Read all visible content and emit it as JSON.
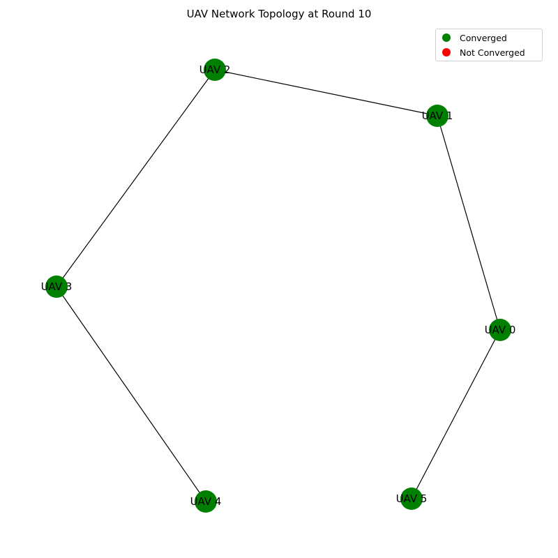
{
  "title": "UAV Network Topology at Round 10",
  "legend": {
    "items": [
      {
        "label": "Converged",
        "color": "#008000"
      },
      {
        "label": "Not Converged",
        "color": "#ff0000"
      }
    ]
  },
  "graph": {
    "nodes": [
      {
        "id": 0,
        "label": "UAV 0",
        "status": "converged"
      },
      {
        "id": 1,
        "label": "UAV 1",
        "status": "converged"
      },
      {
        "id": 2,
        "label": "UAV 2",
        "status": "converged"
      },
      {
        "id": 3,
        "label": "UAV 3",
        "status": "converged"
      },
      {
        "id": 4,
        "label": "UAV 4",
        "status": "converged"
      },
      {
        "id": 5,
        "label": "UAV 5",
        "status": "converged"
      }
    ],
    "edges": [
      {
        "source": 0,
        "target": 1
      },
      {
        "source": 1,
        "target": 2
      },
      {
        "source": 2,
        "target": 3
      },
      {
        "source": 3,
        "target": 4
      },
      {
        "source": 0,
        "target": 5
      }
    ]
  },
  "colors": {
    "converged": "#008000",
    "not_converged": "#ff0000",
    "edge": "#000000"
  }
}
